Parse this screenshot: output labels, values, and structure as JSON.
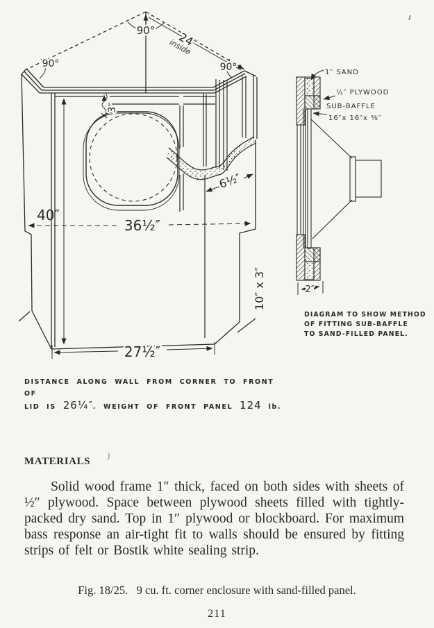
{
  "page": {
    "number": "211"
  },
  "main_diagram": {
    "angle_apex": "90°",
    "angle_left": "90°",
    "angle_right": "90°",
    "wall_dim": "24″",
    "wall_dim_note": "inside",
    "dim_top_strip": "3″",
    "dim_height": "40″",
    "dim_front_width": "36½″",
    "dim_bottom_width": "27½″",
    "dim_side_width": "6½″",
    "dim_foot": "10″ x 3″",
    "note": {
      "line1": "DISTANCE ALONG WALL FROM CORNER TO FRONT OF",
      "line2_a": "LID IS",
      "value1": "26¼″",
      "line2_b": ". WEIGHT OF FRONT PANEL",
      "value2": "124",
      "line2_c": "lb."
    }
  },
  "detail_diagram": {
    "label_sand": "1″ SAND",
    "label_plywood": "½″ PLYWOOD",
    "label_sub_baffle": "SUB-BAFFLE",
    "label_sub_baffle_size": "16″x 16″x ⅜″",
    "dim_panel_thickness": "2″",
    "caption": {
      "line1": "DIAGRAM TO SHOW METHOD",
      "line2": "OF FITTING SUB-BAFFLE",
      "line3": "TO SAND-FILLED PANEL."
    }
  },
  "materials": {
    "heading": "MATERIALS",
    "body": "Solid wood frame 1″ thick, faced on both sides with sheets of ½″ plywood. Space between plywood sheets filled with tightly-packed dry sand. Top in 1″ plywood or blockboard. For maximum bass response an air-tight fit to walls should be ensured by fitting strips of felt or Bostik white sealing strip."
  },
  "figure": {
    "caption": "Fig. 18/25.   9 cu. ft. corner enclosure with sand-filled panel."
  }
}
